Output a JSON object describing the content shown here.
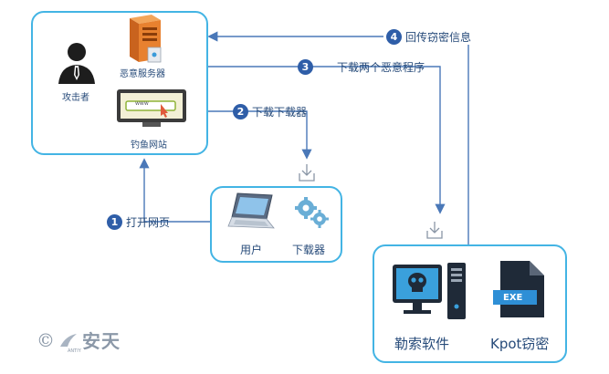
{
  "nodes": {
    "attacker": "攻击者",
    "malicious_server": "恶意服务器",
    "phishing_site": "钓鱼网站",
    "phishing_banner": "www",
    "user": "用户",
    "downloader": "下载器",
    "ransomware": "勒索软件",
    "kpot": "Kpot窃密",
    "exe_label": "EXE"
  },
  "steps": [
    {
      "num": "1",
      "label": "打开网页"
    },
    {
      "num": "2",
      "label": "下载下载器"
    },
    {
      "num": "3",
      "label": "下载两个恶意程序"
    },
    {
      "num": "4",
      "label": "回传窃密信息"
    }
  ],
  "brand": {
    "symbol": "©",
    "name": "安天",
    "sub": "ANTIY"
  },
  "colors": {
    "box_border": "#43b4e4",
    "arrow": "#4a78b8",
    "step_circle": "#2f5ea8"
  }
}
